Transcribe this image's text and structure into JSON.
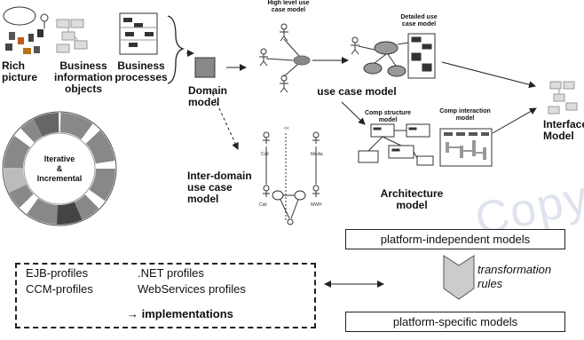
{
  "labels": {
    "rich_picture": "Rich\npicture",
    "business_info": "Business\ninformation\nobjects",
    "business_proc": "Business\nprocesses",
    "domain_model": "Domain\nmodel",
    "high_level_uc": "High level use\ncase model",
    "detailed_uc": "Detailed use\ncase model",
    "use_case_model": "use case model",
    "interface_model": "Interface\nModel",
    "comp_structure": "Comp structure\nmodel",
    "comp_interaction": "Comp interaction\nmodel",
    "architecture": "Architecture\nmodel",
    "inter_domain": "Inter-domain\nuse case\nmodel",
    "iterative": "Iterative\n&\nIncremental",
    "transformation": "transformation\nrules",
    "watermark": "Copy"
  },
  "boxes": {
    "platform_independent": "platform-independent models",
    "platform_specific": "platform-specific models"
  },
  "implementations": {
    "ejb": "EJB-profiles",
    "net": ".NET profiles",
    "ccm": "CCM-profiles",
    "webservices": "WebServices profiles",
    "result": "→ implementations"
  }
}
